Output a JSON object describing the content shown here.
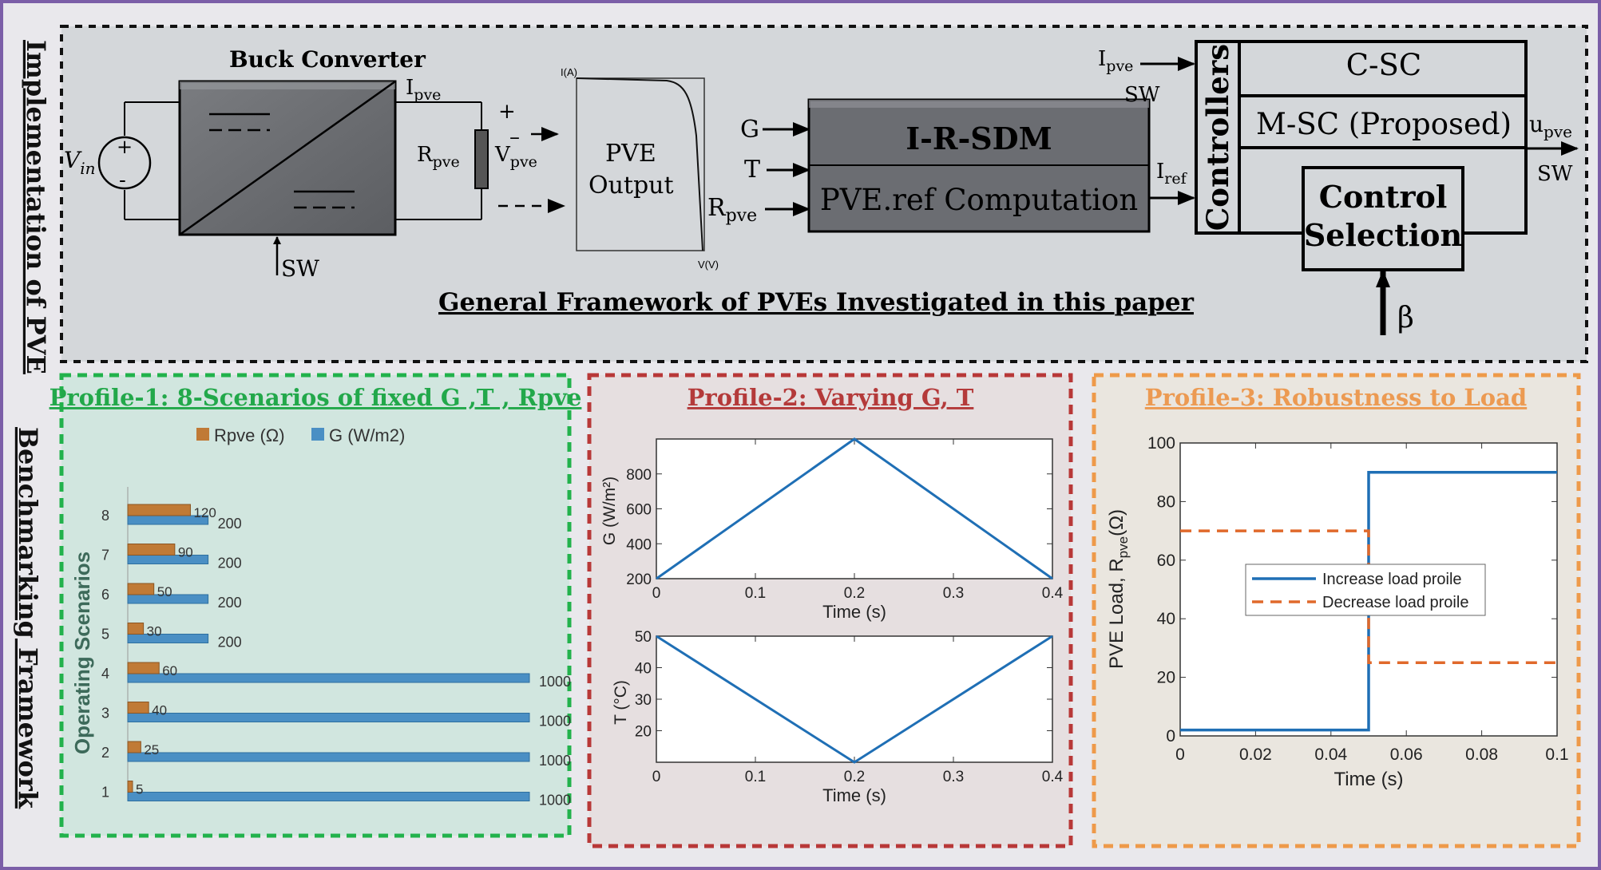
{
  "side_labels": {
    "top": "Implementation of PVE",
    "bottom": "Benchmarking Framework"
  },
  "top_panel": {
    "caption": "General Framework of PVEs Investigated in this paper",
    "source_label_main": "V",
    "source_label_sub": "in",
    "source_plus": "+",
    "source_minus": "-",
    "buck_label": "Buck Converter",
    "ipve_main": "I",
    "ipve_sub": "pve",
    "rpve_main": "R",
    "rpve_sub": "pve",
    "vpve_main": "V",
    "vpve_sub": "pve",
    "plus": "+",
    "minus": "–",
    "sw_bottom": "SW",
    "pv_curve": {
      "ylabel": "I(A)",
      "xlabel": "V(V)",
      "line1": "PVE",
      "line2": "Output"
    },
    "inputs": {
      "g": "G",
      "t": "T",
      "r_main": "R",
      "r_sub": "pve"
    },
    "sdm_title": "I-R-SDM",
    "sdm_sub": "PVE.ref Computation",
    "iref_main": "I",
    "iref_sub": "ref",
    "ctrl_ipve_main": "I",
    "ctrl_ipve_sub": "pve",
    "ctrl_sw": "SW",
    "controllers_label": "Controllers",
    "csc": "C-SC",
    "msc": "M-SC (Proposed)",
    "selection_line1": "Control",
    "selection_line2": "Selection",
    "beta": "β",
    "upve_main": "u",
    "upve_sub": "pve",
    "out_sw": "SW"
  },
  "profile1": {
    "title": "Profile-1: 8-Scenarios of fixed G ,T , Rpve",
    "chart_data": {
      "type": "bar",
      "orientation": "horizontal",
      "ylabel": "Operating Scenarios",
      "categories": [
        "1",
        "2",
        "3",
        "4",
        "5",
        "6",
        "7",
        "8"
      ],
      "series": [
        {
          "name": "Rpve (Ω)",
          "color": "#c07a36",
          "values": [
            5,
            25,
            40,
            60,
            30,
            50,
            90,
            120
          ]
        },
        {
          "name": "G (W/m2)",
          "color": "#4a8fc4",
          "values": [
            1000,
            1000,
            1000,
            1000,
            200,
            200,
            200,
            200
          ]
        }
      ],
      "legend_position": "top",
      "xlim": [
        0,
        1000
      ]
    }
  },
  "profile2": {
    "title": "Profile-2: Varying G, T",
    "chart_data": [
      {
        "type": "line",
        "xlabel": "Time (s)",
        "ylabel": "G (W/m²)",
        "xlim": [
          0,
          0.4
        ],
        "ylim": [
          200,
          1000
        ],
        "xticks": [
          "0",
          "0.1",
          "0.2",
          "0.3",
          "0.4"
        ],
        "yticks": [
          "200",
          "400",
          "600",
          "800"
        ],
        "series": [
          {
            "color": "#1f6fb5",
            "x": [
              0,
              0.2,
              0.4
            ],
            "y": [
              200,
              1000,
              200
            ]
          }
        ]
      },
      {
        "type": "line",
        "xlabel": "Time (s)",
        "ylabel": "T (°C)",
        "xlim": [
          0,
          0.4
        ],
        "ylim": [
          10,
          50
        ],
        "xticks": [
          "0",
          "0.1",
          "0.2",
          "0.3",
          "0.4"
        ],
        "yticks": [
          "20",
          "30",
          "40",
          "50"
        ],
        "series": [
          {
            "color": "#1f6fb5",
            "x": [
              0,
              0.2,
              0.4
            ],
            "y": [
              50,
              10,
              50
            ]
          }
        ]
      }
    ]
  },
  "profile3": {
    "title": "Profile-3: Robustness to Load",
    "chart_data": {
      "type": "line",
      "xlabel": "Time (s)",
      "ylabel_main": "PVE Load, R",
      "ylabel_sub": "pve",
      "ylabel_unit": "(Ω)",
      "xlim": [
        0,
        0.1
      ],
      "ylim": [
        0,
        100
      ],
      "xticks": [
        "0",
        "0.02",
        "0.04",
        "0.06",
        "0.08",
        "0.1"
      ],
      "yticks": [
        "0",
        "20",
        "40",
        "60",
        "80",
        "100"
      ],
      "legend_position": "center",
      "series": [
        {
          "name": "Increase load proile",
          "color": "#1f6fb5",
          "dash": "solid",
          "x": [
            0,
            0.05,
            0.05,
            0.1
          ],
          "y": [
            2,
            2,
            90,
            90
          ]
        },
        {
          "name": "Decrease load proile",
          "color": "#e0692b",
          "dash": "dashed",
          "x": [
            0,
            0.05,
            0.05,
            0.1
          ],
          "y": [
            70,
            70,
            25,
            25
          ]
        }
      ]
    }
  },
  "colors": {
    "frame": "#7b5ea7",
    "profile1_border": "#22b24c",
    "profile1_title": "#22a84a",
    "profile2_border": "#b83838",
    "profile2_title": "#b43a3a",
    "profile3_border": "#ee9a4a",
    "profile3_title": "#ec9a52"
  }
}
